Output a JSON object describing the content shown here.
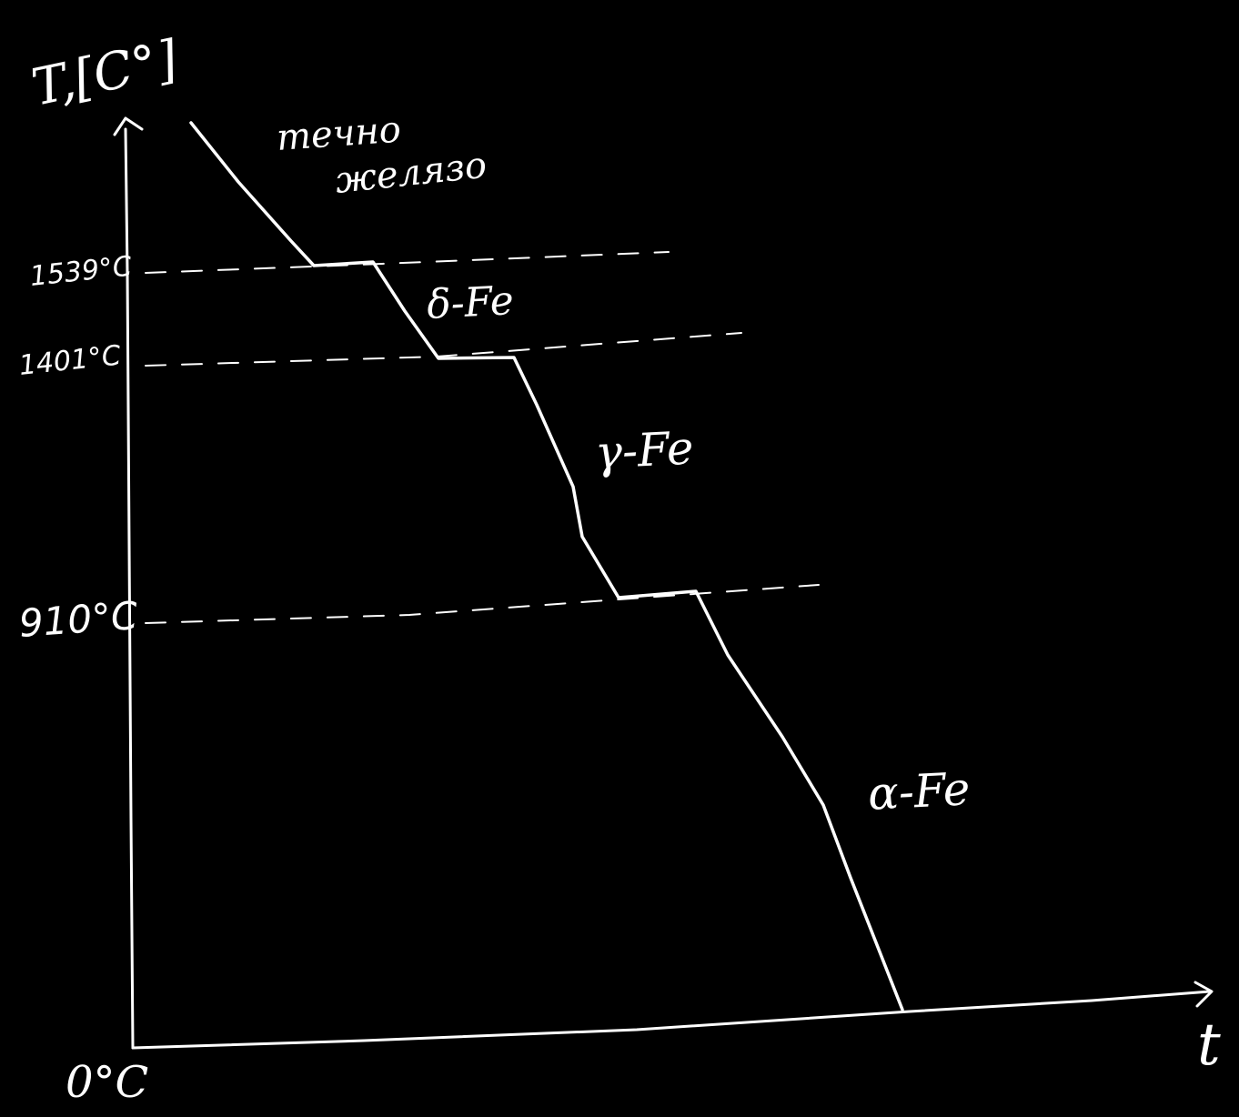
{
  "axes": {
    "y_label": "T,[C°]",
    "x_label": "t",
    "origin_label": "0°C"
  },
  "levels": [
    {
      "label": "1539°C"
    },
    {
      "label": "1401°C"
    },
    {
      "label": "910°C"
    }
  ],
  "phases": [
    {
      "label": "течно желязо",
      "line1": "течно",
      "line2": "желязо"
    },
    {
      "label": "δ-Fe"
    },
    {
      "label": "γ-Fe"
    },
    {
      "label": "α-Fe"
    }
  ],
  "colors": {
    "background": "#000000",
    "ink": "#ffffff"
  }
}
